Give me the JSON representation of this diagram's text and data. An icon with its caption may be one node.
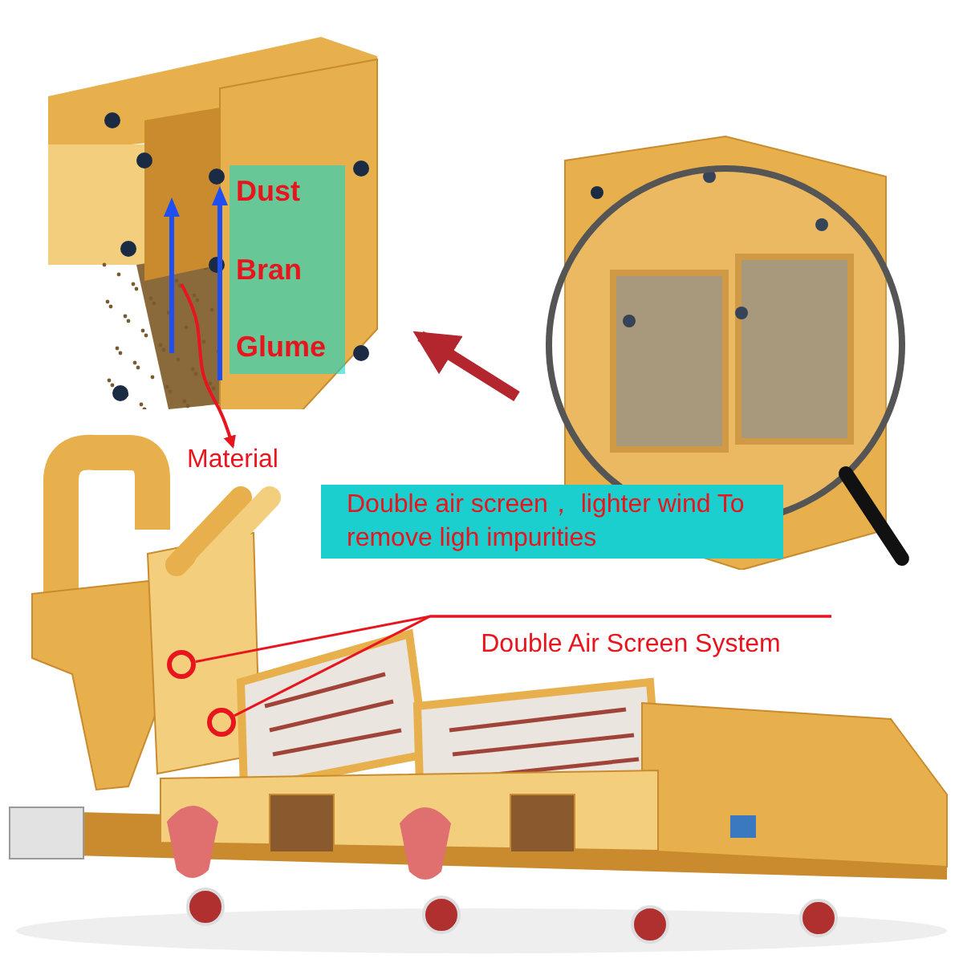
{
  "diagram": {
    "nodes": [
      {
        "text": [],
        "shape": "picture"
      },
      {
        "text": [
          "Dust",
          "Bran",
          "Glume"
        ],
        "in": 0
      },
      {
        "text": [
          "Material"
        ]
      },
      {
        "text": [],
        "shape": "picture"
      },
      {
        "text": [
          "Double air screen， lighter wind To remove ligh impurities"
        ]
      },
      {
        "text": [
          "Double Air Screen System"
        ]
      },
      {
        "text": [],
        "shape": "circle"
      },
      {
        "text": [],
        "shape": "circle"
      }
    ],
    "edges": [
      {
        "from": null,
        "to": 2,
        "arrow": "to"
      },
      {
        "from": 3,
        "to": 0,
        "arrow": "to",
        "style": "thick",
        "color": "#b3262d"
      },
      {
        "from": 5,
        "to": 6,
        "arrow": "none"
      },
      {
        "from": 5,
        "to": 7,
        "arrow": "none"
      }
    ]
  }
}
